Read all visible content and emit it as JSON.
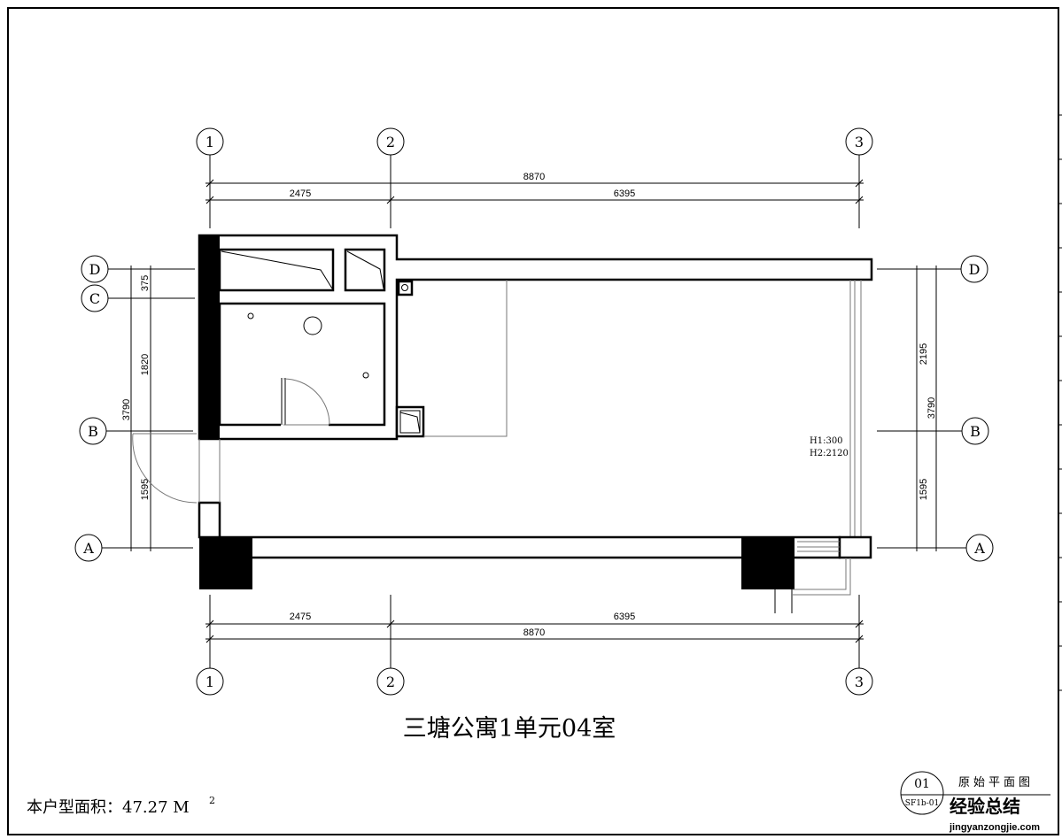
{
  "plan": {
    "title": "三塘公寓1单元04室",
    "area_label": "本户型面积：47.27 M",
    "area_sup": "2",
    "window_note": [
      "H1:300",
      "H2:2120"
    ],
    "axes_columns": [
      "1",
      "2",
      "3"
    ],
    "axes_rows": [
      "D",
      "C",
      "B",
      "A"
    ],
    "dims_top": {
      "total": "8870",
      "segments": [
        "2475",
        "6395"
      ]
    },
    "dims_bottom": {
      "total": "8870",
      "segments": [
        "2475",
        "6395"
      ]
    },
    "dims_left": {
      "total": "3790",
      "segments": [
        "375",
        "1820",
        "1595"
      ]
    },
    "dims_right": {
      "total": "3790",
      "segments": [
        "2195",
        "1595"
      ]
    }
  },
  "title_block": {
    "number": "01",
    "name": "原始平面图",
    "code": "SF1b-01"
  },
  "watermark": {
    "cn": "经验总结",
    "url": "jingyanzongjie.com"
  }
}
